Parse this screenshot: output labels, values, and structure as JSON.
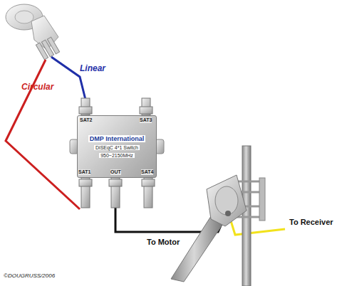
{
  "diagram": {
    "nodes": [
      {
        "text": [
          "DMP International",
          "DiSEqC 4*1 Switch",
          "950~2150MHz"
        ]
      }
    ],
    "labels": [
      "Linear",
      "Circular",
      "SAT2",
      "SAT3",
      "SAT1",
      "OUT",
      "SAT4",
      "To Motor",
      "To Receiver",
      "©DOUGRUSS/2006"
    ]
  }
}
